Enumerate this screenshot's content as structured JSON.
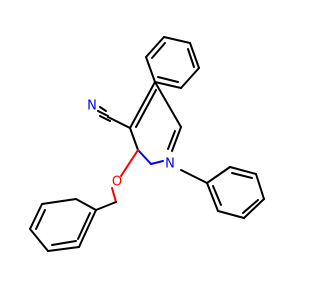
{
  "molecule": {
    "atoms": [
      {
        "symbol": "N",
        "color": "#0000ff"
      },
      {
        "symbol": "N",
        "color": "#0000ff"
      },
      {
        "symbol": "O",
        "color": "#ff0000"
      }
    ]
  }
}
